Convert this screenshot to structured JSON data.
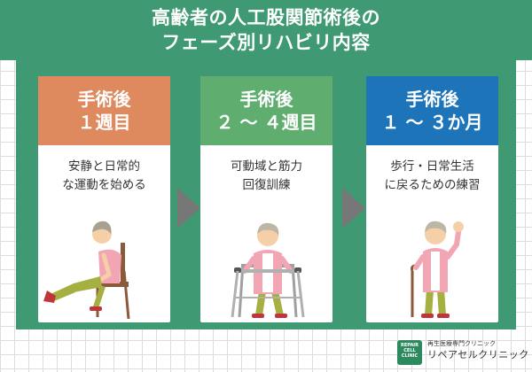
{
  "header": {
    "line1": "高齢者の人工股関節術後の",
    "line2": "フェーズ別リハビリ内容"
  },
  "phases": [
    {
      "title_line1": "手術後",
      "title_line2": "１週目",
      "desc_line1": "安静と日常的",
      "desc_line2": "な運動を始める",
      "head_color": "#de8a5e",
      "illustration": "seated-leg-raise"
    },
    {
      "title_line1": "手術後",
      "title_line2": "２ 〜 ４週目",
      "desc_line1": "可動域と筋力",
      "desc_line2": "回復訓練",
      "head_color": "#5fae6f",
      "illustration": "walker-walking"
    },
    {
      "title_line1": "手術後",
      "title_line2": "１ 〜 ３か月",
      "desc_line1": "歩行・日常生活",
      "desc_line2": "に戻るための練習",
      "head_color": "#1d74b8",
      "illustration": "cane-waving"
    }
  ],
  "footer": {
    "logo_line1": "REPAIR",
    "logo_line2": "CELL",
    "logo_line3": "CLINIC",
    "tagline": "再生医療専門クリニック",
    "clinic_name": "リペアセルクリニック"
  },
  "colors": {
    "brand_green": "#3f9a73",
    "phase1": "#de8a5e",
    "phase2": "#5fae6f",
    "phase3": "#1d74b8"
  }
}
